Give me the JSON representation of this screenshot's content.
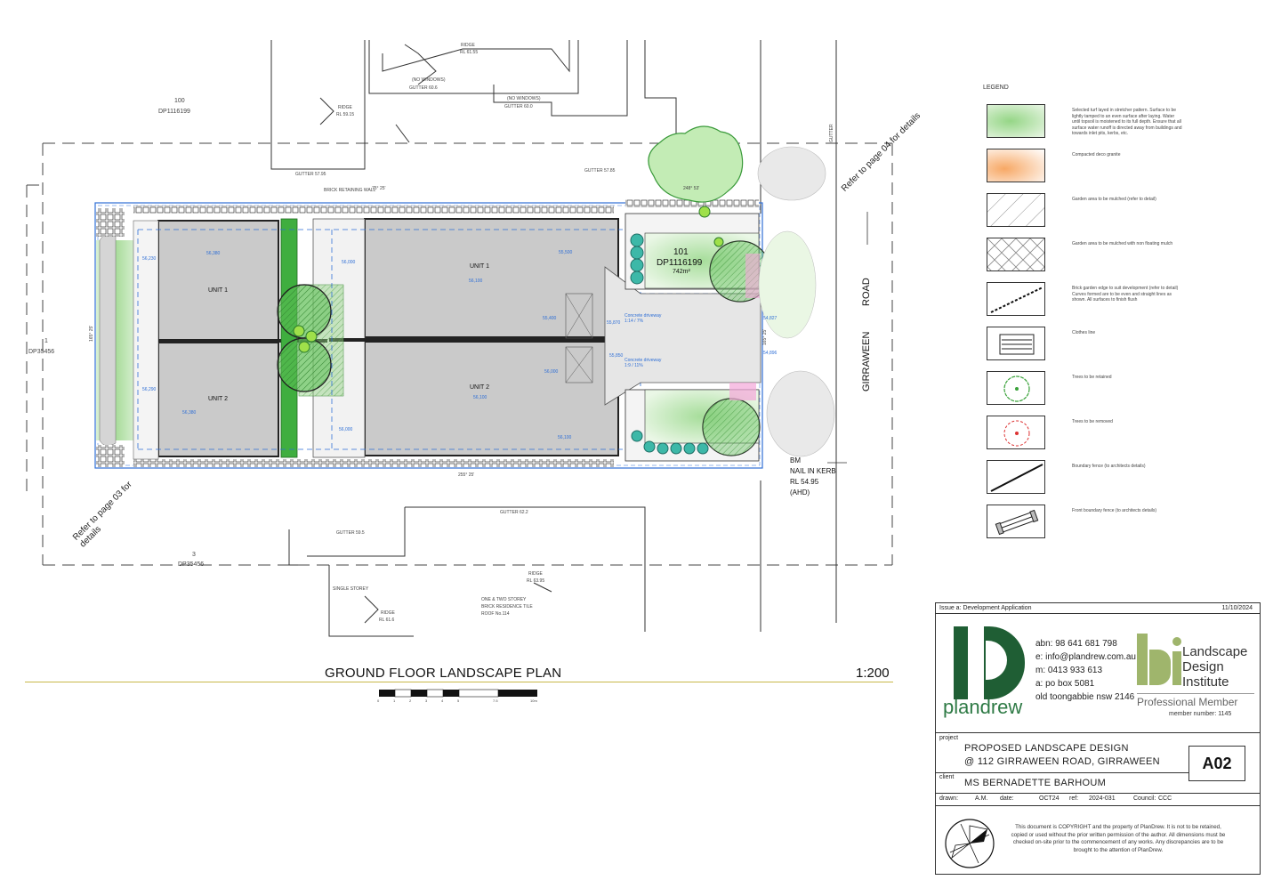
{
  "drawing": {
    "title": "GROUND FLOOR LANDSCAPE PLAN",
    "scale": "1:200",
    "scale_bar_labels": [
      "0",
      "1",
      "2",
      "3",
      "4",
      "5",
      "7.5",
      "10m"
    ]
  },
  "site": {
    "lot_number": "101",
    "lot_dp": "DP1116199",
    "lot_area": "742m²",
    "neighbour_top_lot": "100",
    "neighbour_top_dp": "DP1116199",
    "neighbour_left_lot": "1",
    "neighbour_left_dp": "DP35456",
    "neighbour_bottom_lot": "3",
    "neighbour_bottom_dp": "DP35456",
    "street_name": "GIRRAWEEN",
    "street_type": "ROAD",
    "unit1_label": "UNIT 1",
    "unit2_label": "UNIT 2",
    "bearing_top": "75° 25'",
    "bearing_bottom": "255° 25'",
    "bearing_front": "248° 53'",
    "dim_front": "165° 25'",
    "dim_rear": "165° 25'",
    "bm_line1": "BM",
    "bm_line2": "NAIL IN KERB",
    "bm_line3": "RL 54.95",
    "bm_line4": "(AHD)",
    "refer_top": "Refer to page 04 for details",
    "refer_bottom": "Refer to page 03 for details",
    "driveway_1": "Concrete driveway 1:14 / 7%",
    "driveway_2": "Concrete driveway 1:9 / 11%",
    "single_storey": "SINGLE STOREY",
    "residence_note": "ONE & TWO STOREY BRICK RESIDENCE TILE ROOF No.114",
    "ridge_top": "RIDGE",
    "ridge_top_rl": "RL 61.55",
    "ridge_left": "RIDGE",
    "ridge_left_rl": "RL 59.15",
    "ridge_bottom": "RIDGE",
    "ridge_bottom_rl": "RL 63.95",
    "ridge_bottom2": "RIDGE",
    "ridge_bottom2_rl": "RL 61.6",
    "no_windows": "(NO WINDOWS)",
    "gutter_top": "GUTTER 60.6",
    "gutter_top2": "GUTTER 60.0",
    "gutter_mid": "GUTTER 57.95",
    "gutter_mid2": "GUTTER 57.85",
    "gutter_bottom": "GUTTER 62.2",
    "gutter_bottom2": "GUTTER 59.5",
    "retaining_wall": "BRICK          RETAINING          WALL",
    "gutter_right": "GUTTER",
    "rl_values": [
      "56,380",
      "56,000",
      "56,100",
      "55,500",
      "55,400",
      "55,870",
      "56,380",
      "56,000",
      "56,100",
      "56,000",
      "56,100",
      "55,850",
      "56,290",
      "56,230"
    ],
    "levels_right": [
      "54,827",
      "54,896"
    ]
  },
  "legend": {
    "title": "LEGEND",
    "items": [
      {
        "symbol": "turf-swatch",
        "text": "Selected turf layed in stretcher pattern. Surface to be lightly tamped to an even surface after laying. Water until topsoil is moistened to its full depth. Ensure that all surface water runoff is directed away from buildings and towards inlet pits, kerbs, etc."
      },
      {
        "symbol": "granite-swatch",
        "text": "Compacted deco granite"
      },
      {
        "symbol": "hatch-swatch",
        "text": "Garden area to be mulched (refer to detail)"
      },
      {
        "symbol": "crosshatch-swatch",
        "text": "Garden area to be mulched with non floating mulch"
      },
      {
        "symbol": "edge-swatch",
        "text": "Brick garden edge to suit development (refer to detail) Curves formed are to be even and straight lines as shown. All surfaces to finish flush"
      },
      {
        "symbol": "clothesline-swatch",
        "text": "Clothes line"
      },
      {
        "symbol": "tree-retained-swatch",
        "text": "Trees to be retained"
      },
      {
        "symbol": "tree-removed-swatch",
        "text": "Trees to be removed"
      },
      {
        "symbol": "fence-swatch",
        "text": "Boundary fence (to architects details)"
      },
      {
        "symbol": "front-fence-swatch",
        "text": "Front boundary fence (to architects details)"
      }
    ]
  },
  "title_block": {
    "issue": "Issue a: Development Application",
    "date": "11/10/2024",
    "company": "plandrew",
    "abn": "abn: 98 641 681 798",
    "email": "e: info@plandrew.com.au",
    "mobile": "m: 0413 933 613",
    "address1": "a: po box 5081",
    "address2": "old toongabbie nsw 2146",
    "ldi_line1": "Landscape",
    "ldi_line2": "Design",
    "ldi_line3": "Institute",
    "ldi_member": "Professional Member",
    "ldi_number": "member number: 1145",
    "project_label": "project",
    "project_line1": "PROPOSED LANDSCAPE DESIGN",
    "project_line2": "@ 112 GIRRAWEEN ROAD, GIRRAWEEN",
    "client_label": "client",
    "client_name": "MS BERNADETTE BARHOUM",
    "sheet": "A02",
    "drawn_label": "drawn:",
    "drawn_value": "A.M.",
    "date_label": "date:",
    "date_value": "OCT24",
    "ref_label": "ref:",
    "ref_value": "2024-031",
    "council_label": "Council:",
    "council_value": "CCC",
    "copyright": "This document is COPYRIGHT and the property of PlanDrew. It is not to be retained, copied or used without the prior written permission of the author. All dimensions must be checked on-site prior to the commencement of any works. Any discrepancies are to be brought to the attention of PlanDrew."
  },
  "colors": {
    "turf": "#a9dc9b",
    "garden_green": "#3fae3f",
    "building": "#c8c8c8",
    "granite": "#f7b07a",
    "brand_green": "#1f5e34",
    "boundary_blue": "#2f6fd6"
  }
}
